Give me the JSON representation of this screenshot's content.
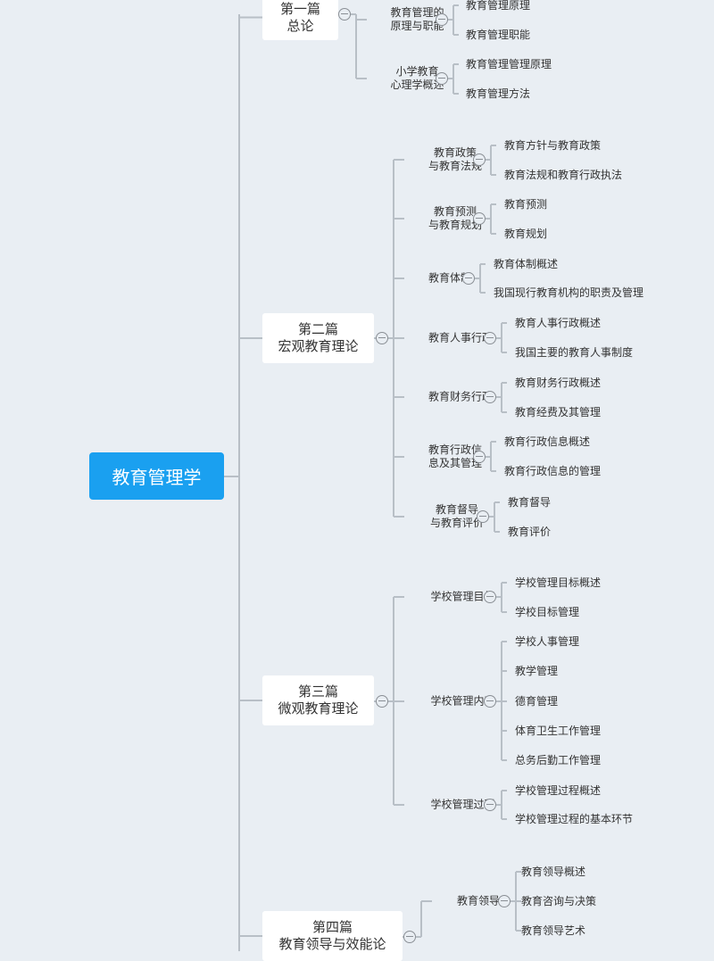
{
  "root": {
    "label": "教育管理学"
  },
  "parts": [
    {
      "title": "第一篇",
      "subtitle": "总论",
      "topics": [
        {
          "lines": [
            "教育管理的",
            "原理与职能"
          ],
          "leaves": [
            "教育管理原理",
            "教育管理职能"
          ]
        },
        {
          "lines": [
            "小学教育",
            "心理学概述"
          ],
          "leaves": [
            "教育管理管理原理",
            "教育管理方法"
          ]
        }
      ]
    },
    {
      "title": "第二篇",
      "subtitle": "宏观教育理论",
      "topics": [
        {
          "lines": [
            "教育政策",
            "与教育法规"
          ],
          "leaves": [
            "教育方针与教育政策",
            "教育法规和教育行政执法"
          ]
        },
        {
          "lines": [
            "教育预测",
            "与教育规划"
          ],
          "leaves": [
            "教育预测",
            "教育规划"
          ]
        },
        {
          "lines": [
            "教育体制"
          ],
          "leaves": [
            "教育体制概述",
            "我国现行教育机构的职责及管理"
          ]
        },
        {
          "lines": [
            "教育人事行政"
          ],
          "leaves": [
            "教育人事行政概述",
            "我国主要的教育人事制度"
          ]
        },
        {
          "lines": [
            "教育财务行政"
          ],
          "leaves": [
            "教育财务行政概述",
            "教育经费及其管理"
          ]
        },
        {
          "lines": [
            "教育行政信",
            "息及其管理"
          ],
          "leaves": [
            "教育行政信息概述",
            "教育行政信息的管理"
          ]
        },
        {
          "lines": [
            "教育督导",
            "与教育评价"
          ],
          "leaves": [
            "教育督导",
            "教育评价"
          ]
        }
      ]
    },
    {
      "title": "第三篇",
      "subtitle": "微观教育理论",
      "topics": [
        {
          "lines": [
            "学校管理目标"
          ],
          "leaves": [
            "学校管理目标概述",
            "学校目标管理"
          ]
        },
        {
          "lines": [
            "学校管理内容"
          ],
          "leaves": [
            "学校人事管理",
            "教学管理",
            "德育管理",
            "体育卫生工作管理",
            "总务后勤工作管理"
          ]
        },
        {
          "lines": [
            "学校管理过程"
          ],
          "leaves": [
            "学校管理过程概述",
            "学校管理过程的基本环节"
          ]
        }
      ]
    },
    {
      "title": "第四篇",
      "subtitle": "教育领导与效能论",
      "topics": [
        {
          "lines": [
            "教育领导"
          ],
          "leaves": [
            "教育领导概述",
            "教育咨询与决策",
            "教育领导艺术"
          ]
        }
      ]
    }
  ]
}
